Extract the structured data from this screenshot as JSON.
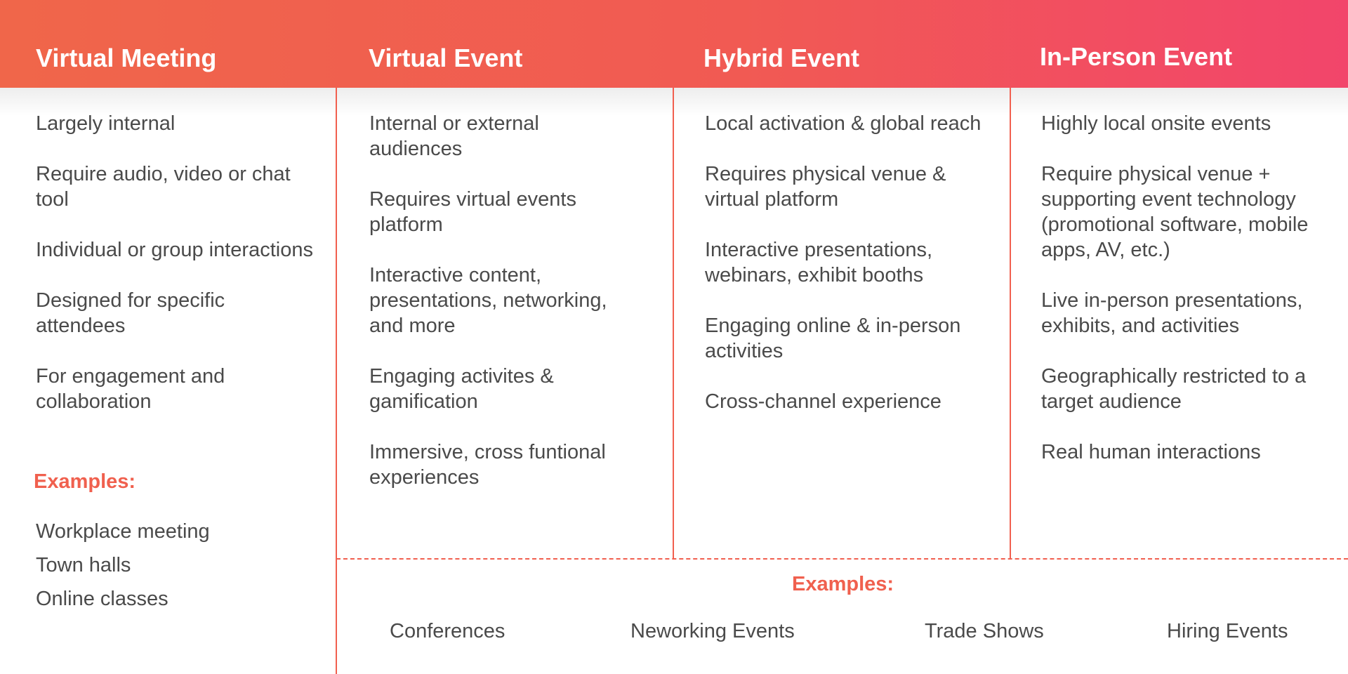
{
  "columns": [
    {
      "title": "Virtual Meeting",
      "items": [
        "Largely internal",
        "Require audio, video or chat tool",
        "Individual or group interactions",
        "Designed for specific attendees",
        "For engagement and collaboration"
      ]
    },
    {
      "title": "Virtual Event",
      "items": [
        "Internal or external audiences",
        "Requires virtual events platform",
        "Interactive content, presentations, networking, and more",
        "Engaging activites & gamification",
        "Immersive, cross funtional experiences"
      ]
    },
    {
      "title": "Hybrid Event",
      "items": [
        "Local activation & global reach",
        "Requires physical venue & virtual platform",
        "Interactive presentations, webinars, exhibit booths",
        "Engaging online & in-person activities",
        "Cross-channel experience"
      ]
    },
    {
      "title": "In-Person Event",
      "items": [
        "Highly local onsite events",
        "Require physical venue + supporting event technology (promotional software, mobile apps, AV, etc.)",
        "Live in-person presentations, exhibits, and activities",
        "Geographically restricted to a target audience",
        "Real human interactions"
      ]
    }
  ],
  "virtual_meeting_examples": {
    "label": "Examples:",
    "items": [
      "Workplace meeting",
      "Town halls",
      "Online classes"
    ]
  },
  "event_examples": {
    "label": "Examples:",
    "items": [
      "Conferences",
      "Neworking Events",
      "Trade Shows",
      "Hiring Events"
    ]
  },
  "colors": {
    "header_gradient_start": "#f0664a",
    "header_gradient_end": "#f2456b",
    "accent": "#f0604e",
    "text": "#4a4a4a"
  }
}
